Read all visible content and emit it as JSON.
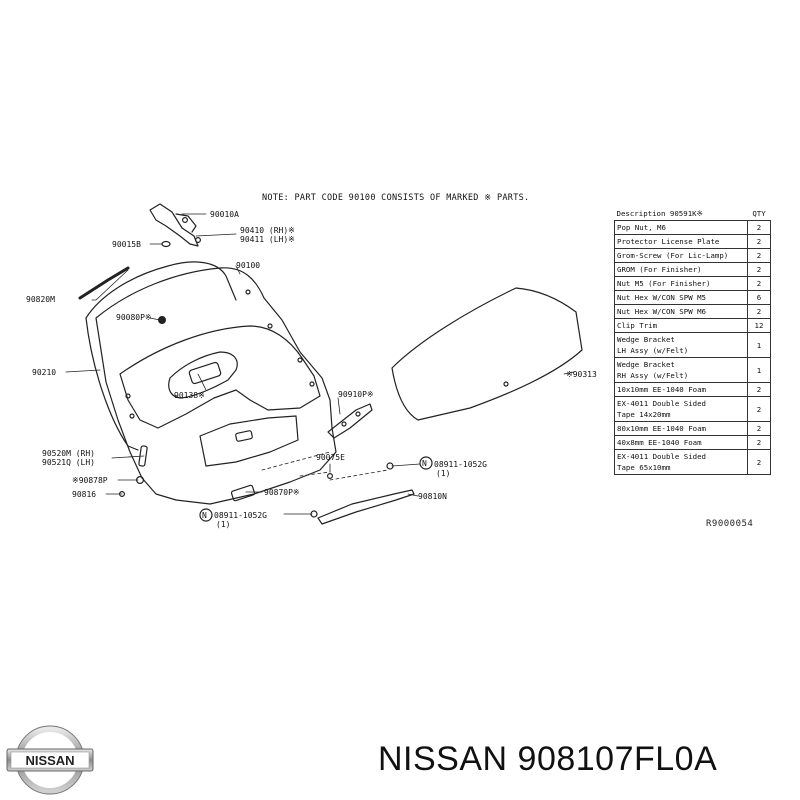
{
  "note": "NOTE: PART CODE 90100 CONSISTS OF MARKED ※ PARTS.",
  "reference_code": "R9000054",
  "callouts": {
    "c90010A": "90010A",
    "c90410": "90410 (RH)※",
    "c90411": "90411 (LH)※",
    "c90015B": "90015B",
    "c90100": "90100",
    "c90820M": "90820M",
    "c90080P": "90080P※",
    "c90210": "90210",
    "c90138": "90138※",
    "c90910P": "90910P※",
    "c90313": "※90313",
    "c90520M": "90520M (RH)",
    "c90521Q": "90521Q (LH)",
    "c90878P": "※90878P",
    "c90816": "90816",
    "c90075E": "90075E",
    "c08911a": "08911-1052G",
    "c08911a_qty": "(1)",
    "c90810N": "90810N",
    "c90870P": "90870P※",
    "c08911b": "08911-1052G",
    "c08911b_qty": "(1)",
    "n_symbol": "N"
  },
  "parts_table": {
    "header_description": "Description 90591K※",
    "header_qty": "QTY",
    "rows": [
      {
        "line1": "Pop Nut, M6",
        "line2": "",
        "qty": "2"
      },
      {
        "line1": "Protector License Plate",
        "line2": "",
        "qty": "2"
      },
      {
        "line1": "Grom-Screw (For Lic-Lamp)",
        "line2": "",
        "qty": "2"
      },
      {
        "line1": "GROM (For Finisher)",
        "line2": "",
        "qty": "2"
      },
      {
        "line1": "Nut M5 (For Finisher)",
        "line2": "",
        "qty": "2"
      },
      {
        "line1": "Nut Hex W/CON SPW M5",
        "line2": "",
        "qty": "6"
      },
      {
        "line1": "Nut Hex W/CON SPW M6",
        "line2": "",
        "qty": "2"
      },
      {
        "line1": "Clip Trim",
        "line2": "",
        "qty": "12"
      },
      {
        "line1": "Wedge Bracket",
        "line2": "LH Assy (w/Felt)",
        "qty": "1"
      },
      {
        "line1": "Wedge Bracket",
        "line2": "RH Assy (w/Felt)",
        "qty": "1"
      },
      {
        "line1": "10x10mm EE-1040 Foam",
        "line2": "",
        "qty": "2"
      },
      {
        "line1": "EX-4011 Double Sided",
        "line2": "Tape 14x20mm",
        "qty": "2"
      },
      {
        "line1": "80x10mm EE-1040 Foam",
        "line2": "",
        "qty": "2"
      },
      {
        "line1": "40x8mm EE-1040 Foam",
        "line2": "",
        "qty": "2"
      },
      {
        "line1": "EX-4011 Double Sided",
        "line2": "Tape 65x10mm",
        "qty": "2"
      }
    ]
  },
  "brand": {
    "logo_text": "NISSAN",
    "caption": "NISSAN 908107FL0A"
  }
}
